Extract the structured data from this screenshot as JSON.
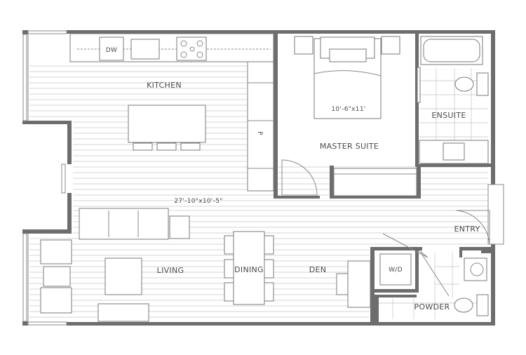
{
  "rooms": {
    "kitchen": "KITCHEN",
    "master_suite": "MASTER SUITE",
    "ensuite": "ENSUITE",
    "living": "LIVING",
    "dining": "DINING",
    "den": "DEN",
    "entry": "ENTRY",
    "powder": "POWDER"
  },
  "fixtures": {
    "dishwasher": "DW",
    "pantry": "P",
    "washer_dryer": "W/D"
  },
  "dimensions": {
    "master_suite": "10'-6\"x11'",
    "main_space": "27'-10\"x10'-5\""
  }
}
